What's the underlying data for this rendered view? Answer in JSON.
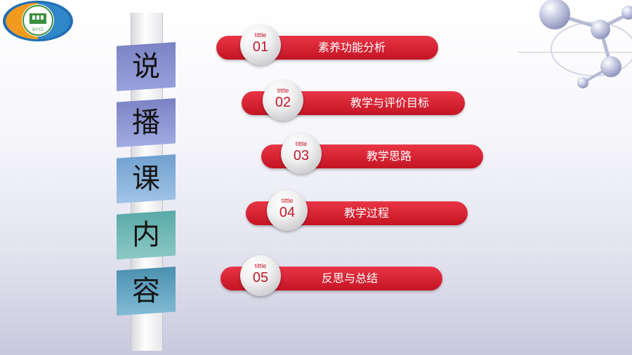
{
  "logo": {
    "lettering": "BYYZ"
  },
  "column": {
    "chars": [
      "说",
      "播",
      "课",
      "内",
      "容"
    ]
  },
  "items": [
    {
      "tag": "tittle",
      "number": "01",
      "label": "素养功能分析"
    },
    {
      "tag": "tittle",
      "number": "02",
      "label": "教学与评价目标"
    },
    {
      "tag": "tittle",
      "number": "03",
      "label": "教学思路"
    },
    {
      "tag": "tittle",
      "number": "04",
      "label": "教学过程"
    },
    {
      "tag": "tittle",
      "number": "05",
      "label": "反思与总结"
    }
  ],
  "colors": {
    "accent_red": "#d01f2f",
    "logo_blue": "#1f6fb5",
    "logo_orange": "#f19a1f",
    "logo_green": "#3a8f3c"
  }
}
